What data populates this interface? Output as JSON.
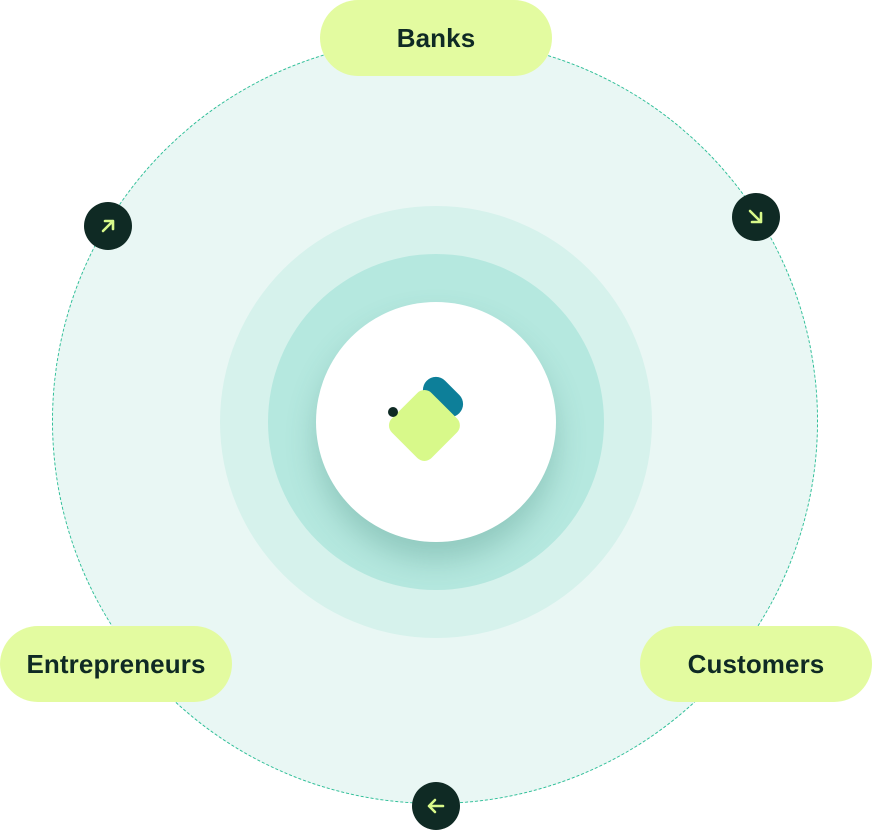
{
  "diagram": {
    "nodes": [
      {
        "id": "banks",
        "label": "Banks"
      },
      {
        "id": "customers",
        "label": "Customers"
      },
      {
        "id": "entrepreneurs",
        "label": "Entrepreneurs"
      }
    ],
    "arrows": [
      {
        "id": "top-right",
        "direction": "down-right",
        "icon": "arrow-down-right-icon"
      },
      {
        "id": "bottom",
        "direction": "left",
        "icon": "arrow-left-icon"
      },
      {
        "id": "top-left",
        "direction": "up-right",
        "icon": "arrow-up-right-icon"
      }
    ],
    "center": {
      "icon": "brand-logo-icon"
    }
  },
  "colors": {
    "pill_bg": "#e3fba0",
    "text_dark": "#0f2a24",
    "outer_circle": "#e9f7f4",
    "dashed_border": "#2fbf98",
    "ring_outer": "#d6f2ec",
    "ring_inner": "#b5e8df",
    "badge_bg": "#0f2a24",
    "arrow_color": "#d8f98a",
    "logo_lime": "#d8f98a",
    "logo_teal": "#0d7f99"
  }
}
